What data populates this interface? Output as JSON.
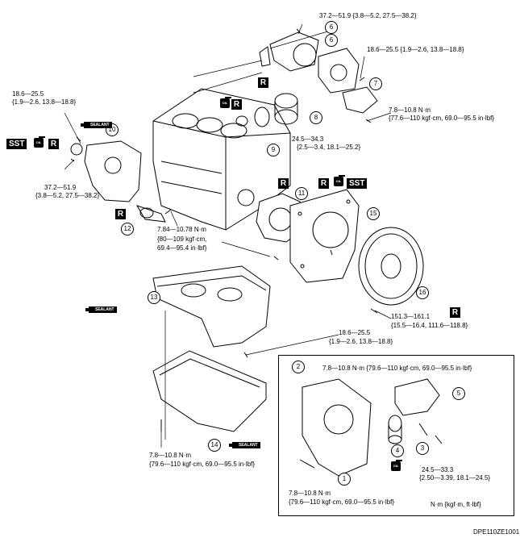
{
  "torques": {
    "t_top": "37.2—51.9 {3.8—5.2, 27.5—38.2}",
    "t_right_a1": "18.6—25.5 {1.9—2.6, 13.8—18.8}",
    "t_left_a1": "18.6—25.5",
    "t_left_a2": "{1.9—2.6, 13.8—18.8}",
    "t_right_b1": "7.8—10.8 N·m",
    "t_right_b2": "{77.6—110 kgf·cm, 69.0—95.5 in·lbf}",
    "t_mid_a1": "24.5—34.3",
    "t_mid_a2": "{2.5—3.4, 18.1—25.2}",
    "t_left_b1": "37.2—51.9",
    "t_left_b2": "{3.8—5.2, 27.5—38.2}",
    "t_mid_b1": "7.84—10.78 N·m",
    "t_mid_b2": "{80—109 kgf·cm,",
    "t_mid_b3": "69.4—95.4 in·lbf}",
    "t_fly1": "151.3—161.1",
    "t_fly2": "{15.5—16.4, 111.6—118.8}",
    "t_pan1": "18.6—25.5",
    "t_pan2": "{1.9—2.6, 13.8—18.8}",
    "t_inset_top": "7.8—10.8 N·m {79.6—110 kgf·cm, 69.0—95.5 in·lbf}",
    "t_low1": "7.8—10.8 N·m",
    "t_low2": "{79.6—110 kgf·cm, 69.0—95.5 in·lbf}",
    "t_inset_r1": "24.5—33.3",
    "t_inset_r2": "{2.50—3.39, 18.1—24.5}",
    "t_inset_b1": "7.8—10.8 N·m",
    "t_inset_b2": "{79.6—110 kgf·cm, 69.0—95.5 in·lbf}"
  },
  "callouts": [
    "1",
    "2",
    "3",
    "4",
    "5",
    "6",
    "7",
    "8",
    "9",
    "10",
    "11",
    "12",
    "13",
    "14",
    "15",
    "16"
  ],
  "badges": {
    "r": "R",
    "sst": "SST",
    "oil": "OIL",
    "sealant": "SEALANT"
  },
  "units": "N·m {kgf·m,  ft·lbf}",
  "code": "DPE110ZE1001"
}
